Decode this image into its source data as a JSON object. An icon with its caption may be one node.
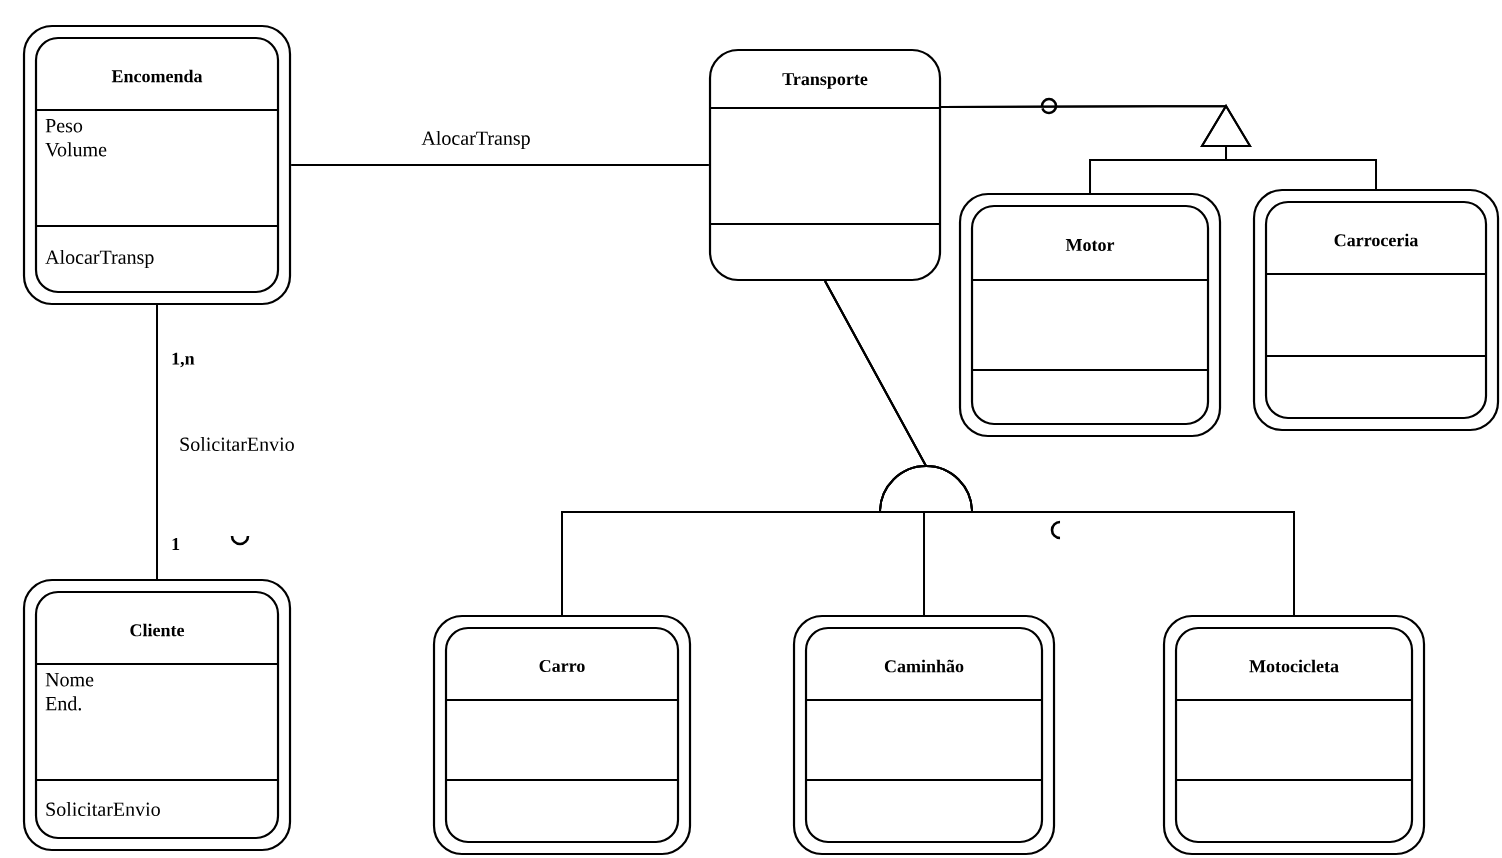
{
  "diagram": {
    "nodes": [
      {
        "text": [
          "Encomenda",
          "Peso Volume",
          "AlocarTransp"
        ]
      },
      {
        "text": [
          "Transporte"
        ]
      },
      {
        "text": [
          "Motor"
        ]
      },
      {
        "text": [
          "Carroceria"
        ]
      },
      {
        "text": [
          "Cliente",
          "Nome End.",
          "SolicitarEnvio"
        ]
      },
      {
        "text": [
          "Carro"
        ]
      },
      {
        "text": [
          "Caminhão"
        ]
      },
      {
        "text": [
          "Motocicleta"
        ]
      }
    ],
    "edges": [
      {
        "from": 0,
        "to": 1,
        "arrow": "none",
        "label": "AlocarTransp"
      },
      {
        "from": 0,
        "to": 4,
        "arrow": "none",
        "label": "SolicitarEnvio"
      },
      {
        "from": 2,
        "to": 1,
        "arrow": "none"
      },
      {
        "from": 3,
        "to": 1,
        "arrow": "none"
      },
      {
        "from": 5,
        "to": 1,
        "arrow": "none"
      },
      {
        "from": 6,
        "to": 1,
        "arrow": "none"
      },
      {
        "from": 7,
        "to": 1,
        "arrow": "none"
      }
    ],
    "labels": [
      "1,n",
      "1"
    ]
  }
}
